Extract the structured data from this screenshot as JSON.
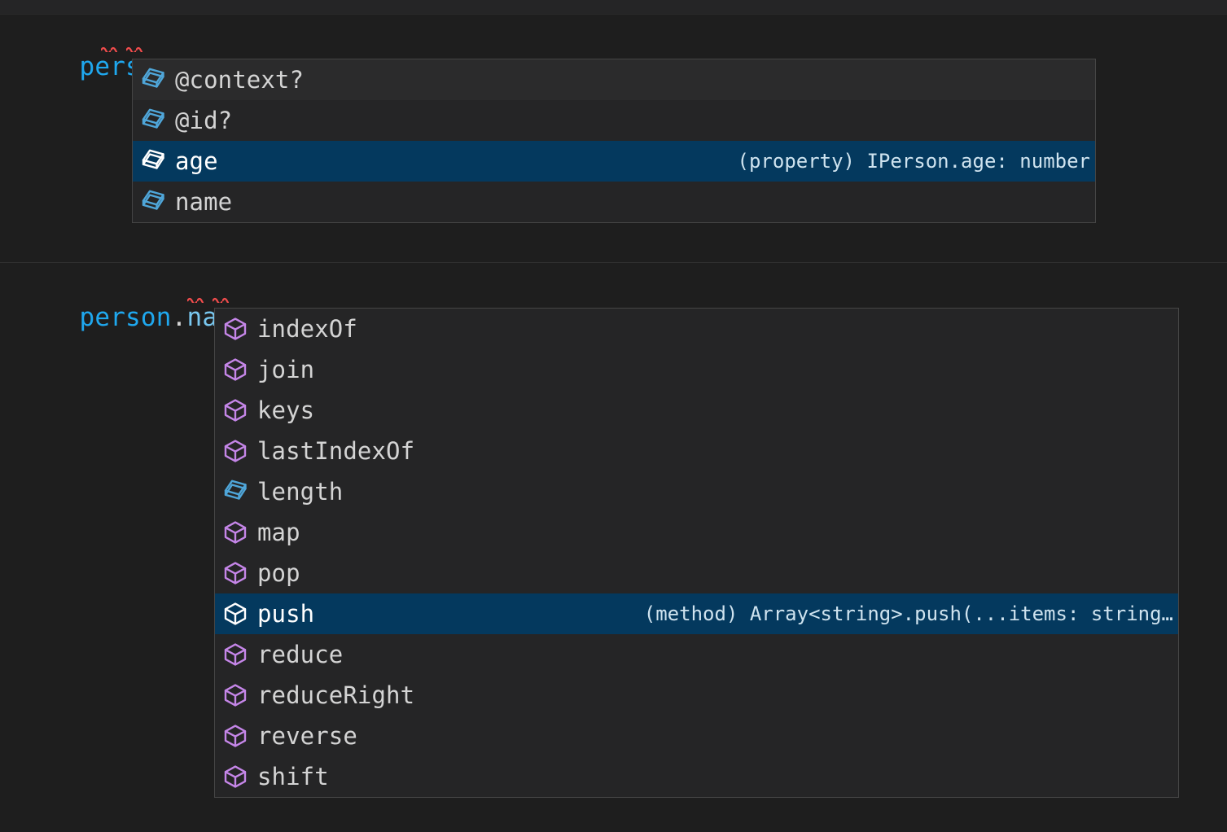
{
  "editor": {
    "theme_background": "#1e1e1e",
    "accent_selected": "#04395e",
    "squiggle_color": "#f14c4c",
    "lines": [
      {
        "id": "line-1",
        "identifier": "person",
        "dot": ".",
        "semicolon": ";",
        "full_text": "person.;"
      },
      {
        "id": "line-2",
        "identifier": "person",
        "dot": ".",
        "property": "name",
        "dot2": ".",
        "semicolon": ";",
        "full_text": "person.name.;"
      }
    ]
  },
  "suggest_widgets": [
    {
      "id": "suggest-person",
      "for_line": "person.;",
      "items": [
        {
          "label": "@context?",
          "icon": "property-cube-icon",
          "icon_color": "#4fa6d9",
          "kind": "property",
          "detail": "",
          "selected": false,
          "hovered": true
        },
        {
          "label": "@id?",
          "icon": "property-cube-icon",
          "icon_color": "#4fa6d9",
          "kind": "property",
          "detail": "",
          "selected": false,
          "hovered": false
        },
        {
          "label": "age",
          "icon": "property-cube-icon",
          "icon_color": "#ffffff",
          "kind": "property",
          "detail": "(property) IPerson.age: number",
          "selected": true,
          "hovered": false
        },
        {
          "label": "name",
          "icon": "property-cube-icon",
          "icon_color": "#4fa6d9",
          "kind": "property",
          "detail": "",
          "selected": false,
          "hovered": false
        }
      ]
    },
    {
      "id": "suggest-name",
      "for_line": "person.name.;",
      "items": [
        {
          "label": "indexOf",
          "icon": "method-cube-icon",
          "icon_color": "#c586e8",
          "kind": "method",
          "detail": "",
          "selected": false,
          "hovered": false
        },
        {
          "label": "join",
          "icon": "method-cube-icon",
          "icon_color": "#c586e8",
          "kind": "method",
          "detail": "",
          "selected": false,
          "hovered": false
        },
        {
          "label": "keys",
          "icon": "method-cube-icon",
          "icon_color": "#c586e8",
          "kind": "method",
          "detail": "",
          "selected": false,
          "hovered": false
        },
        {
          "label": "lastIndexOf",
          "icon": "method-cube-icon",
          "icon_color": "#c586e8",
          "kind": "method",
          "detail": "",
          "selected": false,
          "hovered": false
        },
        {
          "label": "length",
          "icon": "property-cube-icon",
          "icon_color": "#4fa6d9",
          "kind": "property",
          "detail": "",
          "selected": false,
          "hovered": false
        },
        {
          "label": "map",
          "icon": "method-cube-icon",
          "icon_color": "#c586e8",
          "kind": "method",
          "detail": "",
          "selected": false,
          "hovered": false
        },
        {
          "label": "pop",
          "icon": "method-cube-icon",
          "icon_color": "#c586e8",
          "kind": "method",
          "detail": "",
          "selected": false,
          "hovered": false
        },
        {
          "label": "push",
          "icon": "method-cube-icon",
          "icon_color": "#ffffff",
          "kind": "method",
          "detail": "(method) Array<string>.push(...items: string…",
          "selected": true,
          "hovered": false
        },
        {
          "label": "reduce",
          "icon": "method-cube-icon",
          "icon_color": "#c586e8",
          "kind": "method",
          "detail": "",
          "selected": false,
          "hovered": false
        },
        {
          "label": "reduceRight",
          "icon": "method-cube-icon",
          "icon_color": "#c586e8",
          "kind": "method",
          "detail": "",
          "selected": false,
          "hovered": false
        },
        {
          "label": "reverse",
          "icon": "method-cube-icon",
          "icon_color": "#c586e8",
          "kind": "method",
          "detail": "",
          "selected": false,
          "hovered": false
        },
        {
          "label": "shift",
          "icon": "method-cube-icon",
          "icon_color": "#c586e8",
          "kind": "method",
          "detail": "",
          "selected": false,
          "hovered": false
        }
      ]
    }
  ]
}
